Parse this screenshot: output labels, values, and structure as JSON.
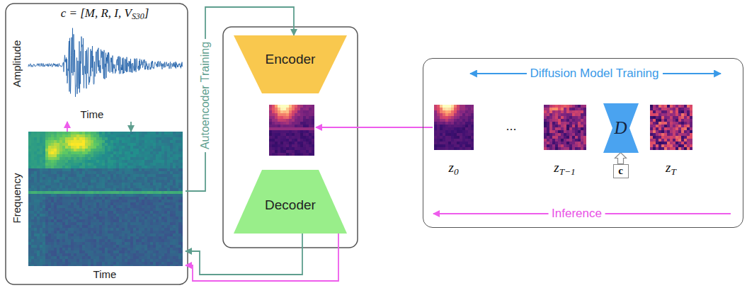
{
  "diagram": {
    "nodes": [
      {
        "text": [
          "c = [M, R, I, VS30]",
          "Amplitude",
          "Time"
        ]
      },
      {
        "text": [
          "Frequency",
          "Time"
        ]
      },
      {
        "text": [
          "Encoder"
        ]
      },
      {
        "text": [
          "Decoder"
        ]
      },
      {
        "text": [
          "Diffusion Model Training",
          "Inference"
        ]
      },
      {
        "text": [
          "z0"
        ],
        "in": 4
      },
      {
        "text": [
          "zT−1"
        ],
        "in": 4
      },
      {
        "text": [
          "D"
        ],
        "in": 4
      },
      {
        "text": [
          "c"
        ],
        "in": 4
      },
      {
        "text": [
          "zT"
        ],
        "in": 4
      }
    ],
    "edges": [
      {
        "from": 0,
        "to": 1,
        "arrow": "to"
      },
      {
        "from": 1,
        "to": 0,
        "arrow": "to"
      },
      {
        "from": 1,
        "to": 2,
        "arrow": "to",
        "label": "Autoencoder Training"
      },
      {
        "from": 3,
        "to": 1,
        "arrow": "to"
      },
      {
        "from": 3,
        "to": 1,
        "arrow": "to"
      },
      {
        "from": 8,
        "to": 7,
        "arrow": "to"
      }
    ],
    "labels": [
      "..."
    ]
  }
}
